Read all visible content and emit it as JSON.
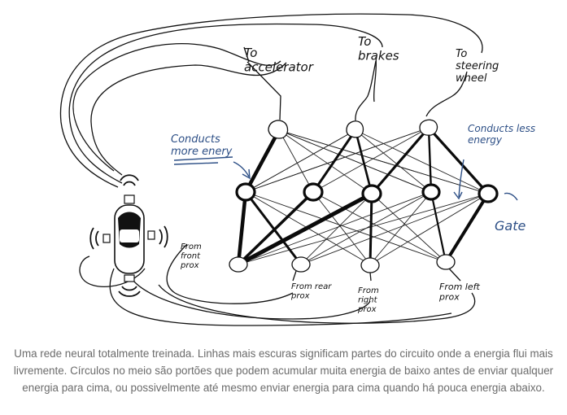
{
  "figure": {
    "outputs": [
      {
        "label": "To accelerator"
      },
      {
        "label": "To brakes"
      },
      {
        "label": "To steering wheel"
      }
    ],
    "inputs": [
      {
        "label": "From front prox"
      },
      {
        "label": "From rear prox"
      },
      {
        "label": "From right prox"
      },
      {
        "label": "From left prox"
      }
    ],
    "annotations": {
      "more_energy": "Conducts more enery",
      "less_energy": "Conducts less energy",
      "gate": "Gate"
    },
    "colors": {
      "ink": "#111111",
      "annotation_ink": "#2d4f86",
      "caption_text": "#6b6b6b"
    }
  },
  "caption": "Uma rede neural totalmente treinada. Linhas mais escuras significam partes do circuito onde a energia flui mais livremente. Círculos no meio são portões que podem acumular muita energia de baixo antes de enviar qualquer energia para cima, ou possivelmente até mesmo enviar energia para cima quando há pouca energia abaixo."
}
